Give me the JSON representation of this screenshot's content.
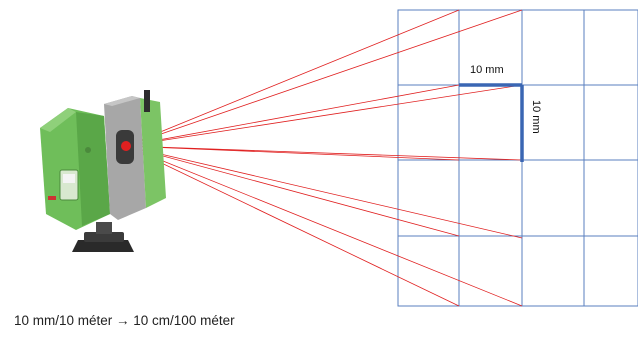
{
  "diagram": {
    "label_horizontal": "10 mm",
    "label_vertical": "10 mm",
    "caption": "10 mm/10 méter → 10 cm/100 méter"
  },
  "colors": {
    "grid": "#5a7fbf",
    "beam": "#e02020",
    "highlight": "#3a66b3",
    "scanner_green": "#6fbe5a",
    "scanner_gray": "#9a9a9a"
  },
  "icons": [
    "laser-scanner-icon"
  ]
}
